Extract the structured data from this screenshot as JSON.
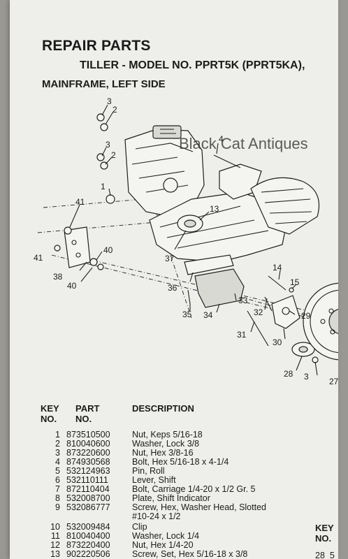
{
  "header": {
    "title": "REPAIR PARTS",
    "subtitle": "TILLER - MODEL NO. PPRT5K (PPRT5KA),",
    "section": "MAINFRAME, LEFT SIDE"
  },
  "watermark": "Black Cat Antiques",
  "diagram": {
    "callouts": [
      "3",
      "2",
      "4",
      "3",
      "2",
      "1",
      "41",
      "13",
      "40",
      "41",
      "37",
      "38",
      "40",
      "36",
      "14",
      "15",
      "33",
      "35",
      "34",
      "32",
      "29",
      "31",
      "30",
      "28",
      "3",
      "27"
    ]
  },
  "table": {
    "headers": {
      "key_line1": "KEY",
      "key_line2": "NO.",
      "part_line1": "PART",
      "part_line2": "NO.",
      "description": "DESCRIPTION"
    },
    "rows": [
      {
        "key": "1",
        "part": "873510500",
        "desc": "Nut, Keps  5/16-18"
      },
      {
        "key": "2",
        "part": "810040600",
        "desc": "Washer, Lock  3/8"
      },
      {
        "key": "3",
        "part": "873220600",
        "desc": "Nut, Hex  3/8-16"
      },
      {
        "key": "4",
        "part": "874930568",
        "desc": "Bolt, Hex  5/16-18 x 4-1/4"
      },
      {
        "key": "5",
        "part": "532124963",
        "desc": "Pin, Roll"
      },
      {
        "key": "6",
        "part": "532110111",
        "desc": "Lever, Shift"
      },
      {
        "key": "7",
        "part": "872110404",
        "desc": "Bolt, Carriage  1/4-20 x 1/2 Gr. 5"
      },
      {
        "key": "8",
        "part": "532008700",
        "desc": "Plate, Shift Indicator"
      },
      {
        "key": "9",
        "part": "532086777",
        "desc": "Screw, Hex, Washer Head, Slotted",
        "desc2": "#10-24 x 1/2"
      },
      {
        "key": "10",
        "part": "532009484",
        "desc": "Clip"
      },
      {
        "key": "11",
        "part": "810040400",
        "desc": "Washer, Lock  1/4"
      },
      {
        "key": "12",
        "part": "873220400",
        "desc": "Nut, Hex  1/4-20"
      },
      {
        "key": "13",
        "part": "902220506",
        "desc": "Screw, Set, Hex  5/16-18 x 3/8"
      }
    ],
    "right_column": {
      "key_line1": "KEY",
      "key_line2": "NO.",
      "first_key": "28",
      "first_part": "5"
    }
  }
}
